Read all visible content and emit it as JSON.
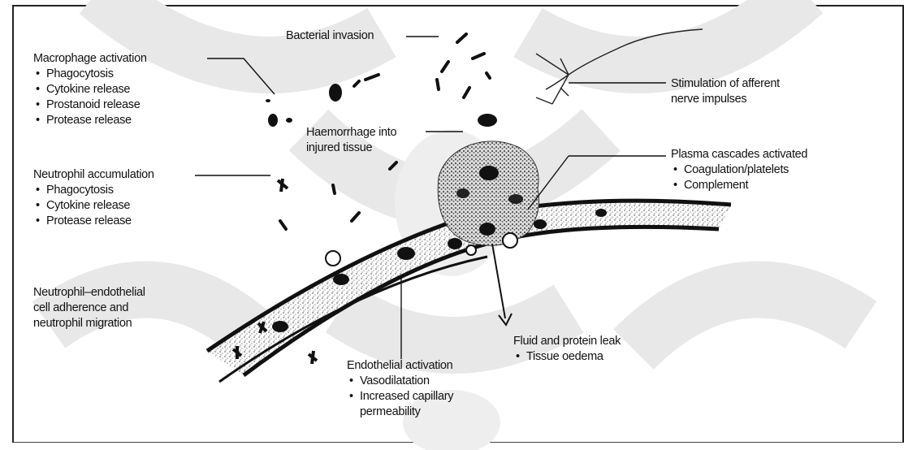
{
  "labels": {
    "bacterial_invasion": "Bacterial invasion",
    "macrophage": {
      "title": "Macrophage activation",
      "items": [
        "Phagocytosis",
        "Cytokine release",
        "Prostanoid release",
        "Protease release"
      ]
    },
    "stimulation": {
      "line1": "Stimulation of afferent",
      "line2": "nerve impulses"
    },
    "haemorrhage": {
      "line1": "Haemorrhage into",
      "line2": "injured tissue"
    },
    "plasma": {
      "title": "Plasma cascades activated",
      "items": [
        "Coagulation/platelets",
        "Complement"
      ]
    },
    "neutrophil_accumulation": {
      "title": "Neutrophil accumulation",
      "items": [
        "Phagocytosis",
        "Cytokine release",
        "Protease release"
      ]
    },
    "adherence": {
      "line1": "Neutrophil–endothelial",
      "line2": "cell adherence and",
      "line3": "neutrophil migration"
    },
    "fluid": {
      "title": "Fluid and protein leak",
      "items": [
        "Tissue oedema"
      ]
    },
    "endothelial": {
      "title": "Endothelial activation",
      "item1": "Vasodilatation",
      "item2_line1": "Increased capillary",
      "item2_line2": "permeability"
    }
  },
  "colors": {
    "ink": "#111111",
    "stipple": "#8a8a8a",
    "watermark": "#e6e6e6",
    "background": "#ffffff"
  }
}
